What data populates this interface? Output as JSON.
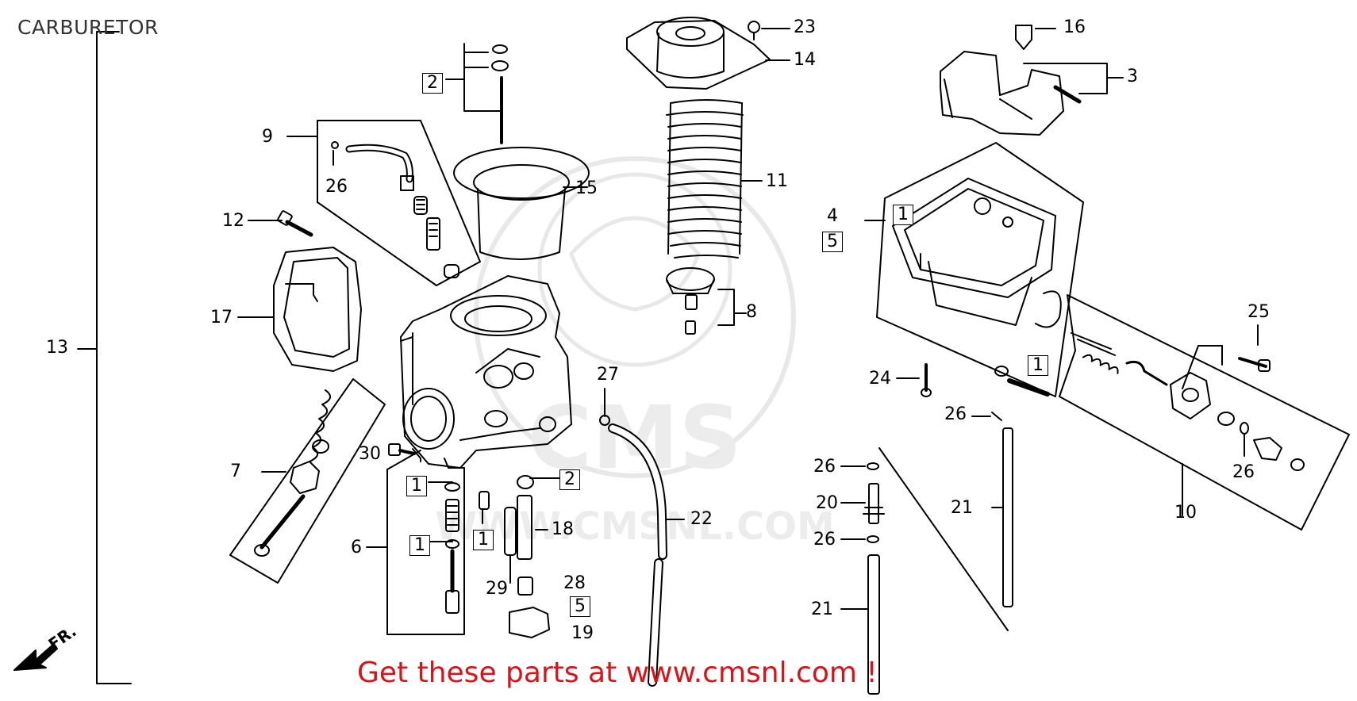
{
  "title": "CARBURETOR",
  "promo": "Get these parts at www.cmsnl.com !",
  "watermark": {
    "brand": "CMS",
    "url": "WWW.CMSNL.COM"
  },
  "front_indicator": "FR.",
  "callouts": [
    {
      "id": "c2a",
      "text": "2",
      "boxed": true
    },
    {
      "id": "c9",
      "text": "9",
      "boxed": false
    },
    {
      "id": "c26a",
      "text": "26",
      "boxed": false
    },
    {
      "id": "c15",
      "text": "15",
      "boxed": false
    },
    {
      "id": "c12",
      "text": "12",
      "boxed": false
    },
    {
      "id": "c17",
      "text": "17",
      "boxed": false
    },
    {
      "id": "c13",
      "text": "13",
      "boxed": false
    },
    {
      "id": "c7",
      "text": "7",
      "boxed": false
    },
    {
      "id": "c30",
      "text": "30",
      "boxed": false
    },
    {
      "id": "c1a",
      "text": "1",
      "boxed": true
    },
    {
      "id": "c1b",
      "text": "1",
      "boxed": true
    },
    {
      "id": "c6",
      "text": "6",
      "boxed": false
    },
    {
      "id": "c1c",
      "text": "1",
      "boxed": true
    },
    {
      "id": "c2b",
      "text": "2",
      "boxed": true
    },
    {
      "id": "c18",
      "text": "18",
      "boxed": false
    },
    {
      "id": "c29",
      "text": "29",
      "boxed": false
    },
    {
      "id": "c28",
      "text": "28",
      "boxed": false
    },
    {
      "id": "c5a",
      "text": "5",
      "boxed": true
    },
    {
      "id": "c19",
      "text": "19",
      "boxed": false
    },
    {
      "id": "c27",
      "text": "27",
      "boxed": false
    },
    {
      "id": "c22",
      "text": "22",
      "boxed": false
    },
    {
      "id": "c23",
      "text": "23",
      "boxed": false
    },
    {
      "id": "c14",
      "text": "14",
      "boxed": false
    },
    {
      "id": "c11",
      "text": "11",
      "boxed": false
    },
    {
      "id": "c8",
      "text": "8",
      "boxed": false
    },
    {
      "id": "c16",
      "text": "16",
      "boxed": false
    },
    {
      "id": "c3",
      "text": "3",
      "boxed": false
    },
    {
      "id": "c4",
      "text": "4",
      "boxed": false
    },
    {
      "id": "c5b",
      "text": "5",
      "boxed": true
    },
    {
      "id": "c1d",
      "text": "1",
      "boxed": true
    },
    {
      "id": "c1e",
      "text": "1",
      "boxed": true
    },
    {
      "id": "c24",
      "text": "24",
      "boxed": false
    },
    {
      "id": "c25",
      "text": "25",
      "boxed": false
    },
    {
      "id": "c26b",
      "text": "26",
      "boxed": false
    },
    {
      "id": "c26c",
      "text": "26",
      "boxed": false
    },
    {
      "id": "c20",
      "text": "20",
      "boxed": false
    },
    {
      "id": "c26d",
      "text": "26",
      "boxed": false
    },
    {
      "id": "c21a",
      "text": "21",
      "boxed": false
    },
    {
      "id": "c21b",
      "text": "21",
      "boxed": false
    },
    {
      "id": "c10",
      "text": "10",
      "boxed": false
    },
    {
      "id": "c26e",
      "text": "26",
      "boxed": false
    }
  ]
}
